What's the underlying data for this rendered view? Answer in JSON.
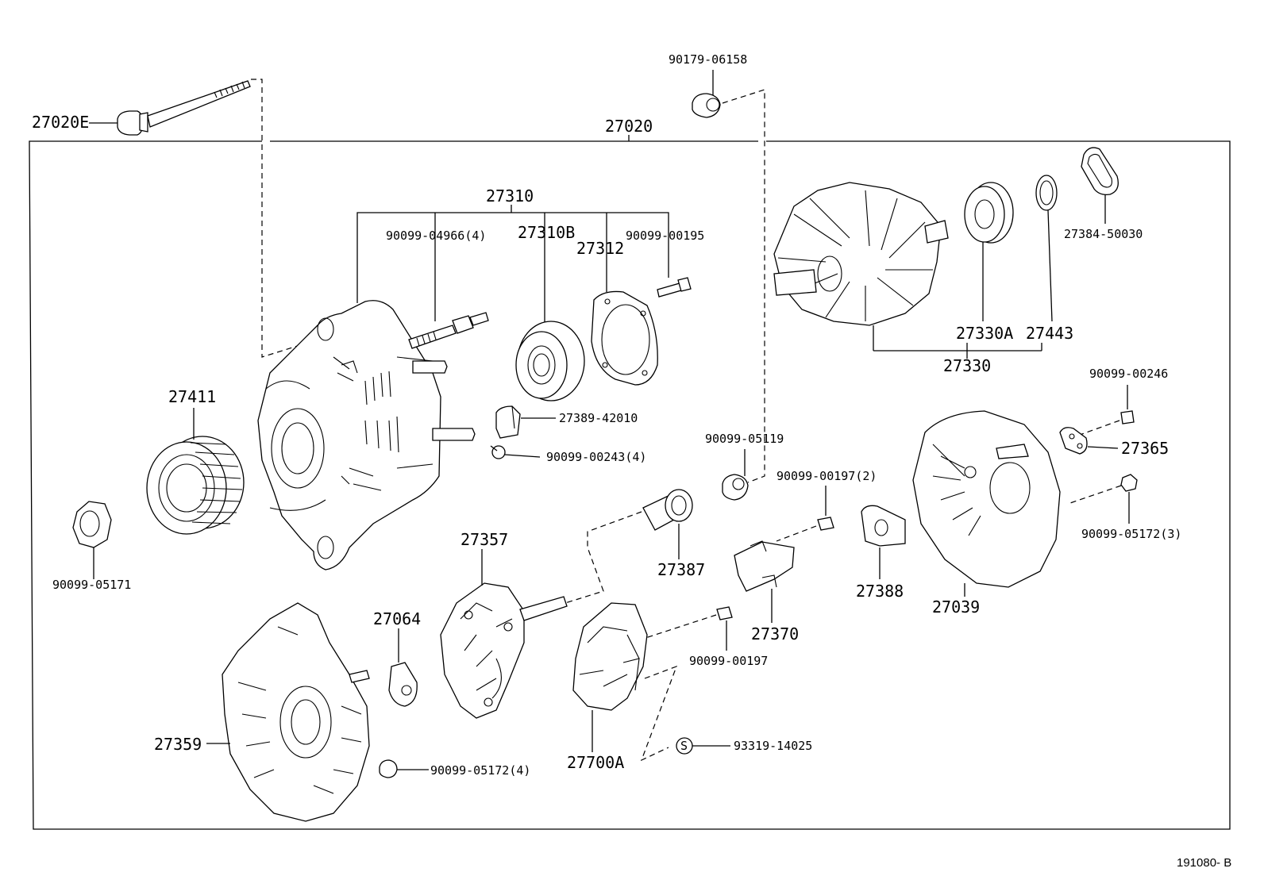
{
  "diagram": {
    "figure_code": "191080- B",
    "assembly": "27020",
    "labels": {
      "bolt_through": "27020E",
      "bolt_top": "90179-06158",
      "drive_end_frame": "27310",
      "stud_bolt": "90099-04966(4)",
      "bearing_front": "27310B",
      "retainer_plate": "27312",
      "screw_retainer": "90099-00195",
      "pulley": "27411",
      "nut_pulley": "90099-05171",
      "terminal_insulator": "27389-42010",
      "screw_terminal": "90099-00243(4)",
      "rotor": "27330",
      "bearing_rear": "27330A",
      "cover_bearing": "27443",
      "ring_oil": "27384-50030",
      "rectifier_end_frame": "27039",
      "bolt_rear": "90099-00246",
      "plate_terminal": "27365",
      "nut_rear": "90099-05172(3)",
      "nut_upper": "90099-05119",
      "screw_regulator2": "90099-00197(2)",
      "insulator_terminal": "27387",
      "brush_holder_cover": "27388",
      "rectifier_holder": "27370",
      "screw_regulator": "90099-00197",
      "rectifier": "27357",
      "insulator": "27064",
      "rear_cover": "27359",
      "nut_cover": "90099-05172(4)",
      "regulator": "27700A",
      "s_symbol": "S",
      "regulator_seal": "93319-14025"
    }
  }
}
